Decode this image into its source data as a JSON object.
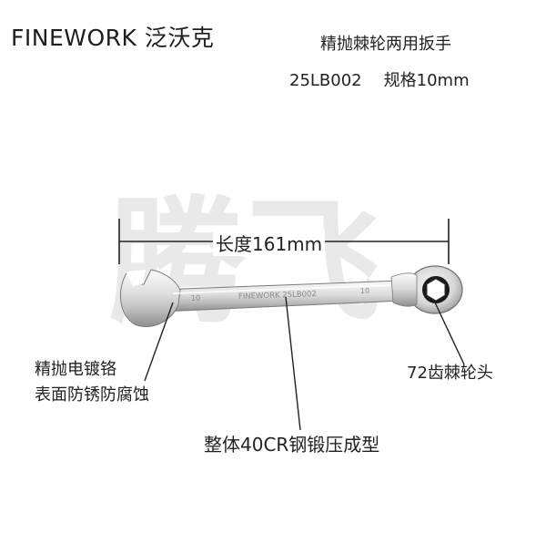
{
  "header": {
    "brand": "FINEWORK 泛沃克",
    "product_name": "精抛棘轮两用扳手",
    "model": "25LB002",
    "spec": "规格10mm"
  },
  "watermark": {
    "text": "腾飞"
  },
  "wrench": {
    "engraving": "FINEWORK 25LB002",
    "size_mark": "10"
  },
  "dimension": {
    "length_label": "长度161mm"
  },
  "callouts": {
    "finish_line1": "精抛电镀铬",
    "finish_line2": "表面防锈防腐蚀",
    "ratchet_head": "72齿棘轮头",
    "material": "整体40CR钢锻压成型"
  },
  "colors": {
    "watermark": "#e7e7e7",
    "steel_light": "#f4f4f4",
    "steel_mid": "#c9c9c9",
    "steel_dark": "#8a8a8a",
    "line": "#222222"
  }
}
